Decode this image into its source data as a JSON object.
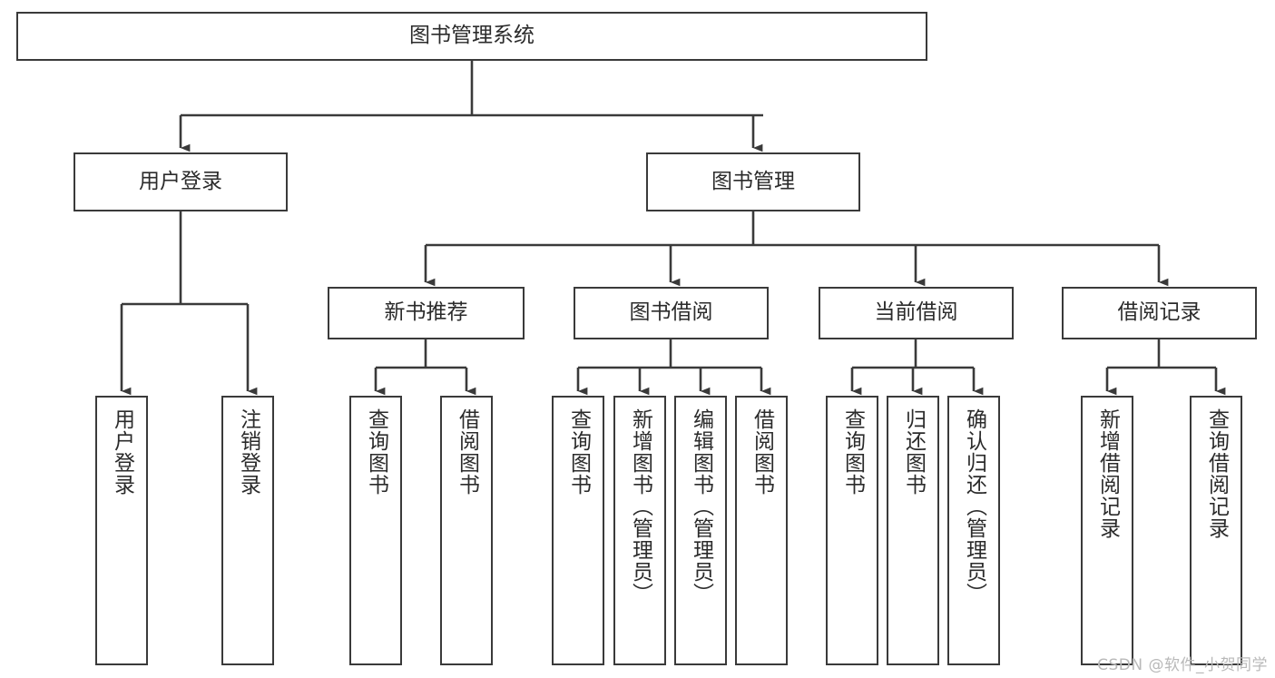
{
  "diagram": {
    "title": "图书管理系统",
    "type": "tree-hierarchy",
    "line_color": "#3a3a3a",
    "box_fill": "#ffffff",
    "text_color": "#2b2b2b",
    "background": "#ffffff",
    "watermark": "CSDN @软件_小贺同学"
  },
  "nodes": {
    "root": {
      "label": "图书管理系统"
    },
    "level2": [
      {
        "label": "用户登录"
      },
      {
        "label": "图书管理"
      }
    ],
    "level3": [
      {
        "label": "新书推荐"
      },
      {
        "label": "图书借阅"
      },
      {
        "label": "当前借阅"
      },
      {
        "label": "借阅记录"
      }
    ],
    "leaves": {
      "user_login": [
        {
          "label": "用户登录"
        },
        {
          "label": "注销登录"
        }
      ],
      "new_book_recommend": [
        {
          "label": "查询图书"
        },
        {
          "label": "借阅图书"
        }
      ],
      "book_borrow": [
        {
          "label": "查询图书"
        },
        {
          "label": "新增图书（管理员）"
        },
        {
          "label": "编辑图书（管理员）"
        },
        {
          "label": "借阅图书"
        }
      ],
      "current_borrow": [
        {
          "label": "查询图书"
        },
        {
          "label": "归还图书"
        },
        {
          "label": "确认归还（管理员）"
        }
      ],
      "borrow_record": [
        {
          "label": "新增借阅记录"
        },
        {
          "label": "查询借阅记录"
        }
      ]
    }
  },
  "chart_data": {
    "type": "table",
    "title": "图书管理系统",
    "hierarchy": [
      {
        "label": "图书管理系统",
        "children": [
          {
            "label": "用户登录",
            "children": [
              {
                "label": "用户登录"
              },
              {
                "label": "注销登录"
              }
            ]
          },
          {
            "label": "图书管理",
            "children": [
              {
                "label": "新书推荐",
                "children": [
                  {
                    "label": "查询图书"
                  },
                  {
                    "label": "借阅图书"
                  }
                ]
              },
              {
                "label": "图书借阅",
                "children": [
                  {
                    "label": "查询图书"
                  },
                  {
                    "label": "新增图书（管理员）"
                  },
                  {
                    "label": "编辑图书（管理员）"
                  },
                  {
                    "label": "借阅图书"
                  }
                ]
              },
              {
                "label": "当前借阅",
                "children": [
                  {
                    "label": "查询图书"
                  },
                  {
                    "label": "归还图书"
                  },
                  {
                    "label": "确认归还（管理员）"
                  }
                ]
              },
              {
                "label": "借阅记录",
                "children": [
                  {
                    "label": "新增借阅记录"
                  },
                  {
                    "label": "查询借阅记录"
                  }
                ]
              }
            ]
          }
        ]
      }
    ]
  }
}
